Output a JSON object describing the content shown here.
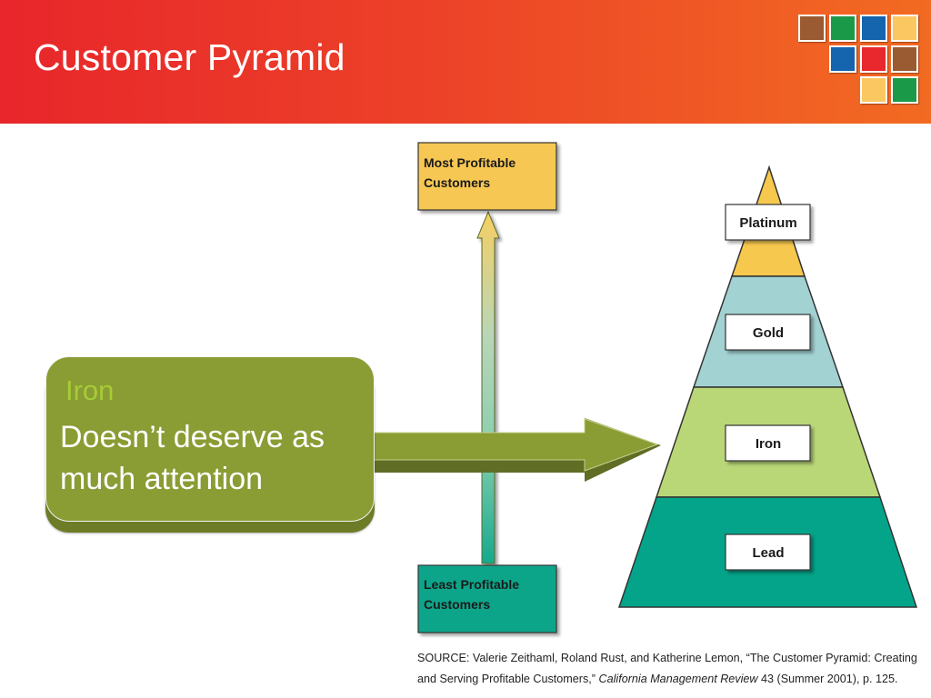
{
  "slide": {
    "title": "Customer Pyramid"
  },
  "logo": {
    "squares": [
      "#9a5b32",
      "#1a9a48",
      "#1464ae",
      "#fbc760",
      "#1464ae",
      "#e8282c",
      "#9a5b32",
      "#fbc760",
      "#1a9a48"
    ]
  },
  "diagram": {
    "scale": {
      "top_label": "Most Profitable Customers",
      "bottom_label": "Least Profitable Customers"
    },
    "tiers": [
      {
        "label": "Platinum",
        "color": "#f7c84e"
      },
      {
        "label": "Gold",
        "color": "#a2d2d2"
      },
      {
        "label": "Iron",
        "color": "#bad777"
      },
      {
        "label": "Lead",
        "color": "#04a48a"
      }
    ]
  },
  "callout": {
    "title": "Iron",
    "body": "Doesn’t deserve as much attention"
  },
  "source": {
    "prefix": "SOURCE: Valerie Zeithaml, Roland Rust, and Katherine Lemon, “The Customer Pyramid: Creating and Serving Profitable Customers,”",
    "journal": "California Management Review",
    "suffix": "43 (Summer 2001), p. 125."
  }
}
